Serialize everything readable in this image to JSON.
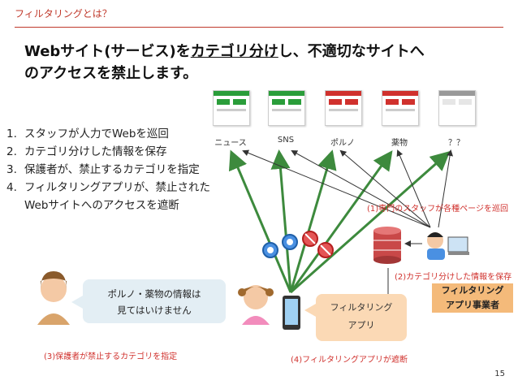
{
  "slide": {
    "subtitle": "フィルタリングとは？",
    "heading_part1": "Webサイト(サービス)を",
    "heading_underlined": "カテゴリ分け",
    "heading_part2": "し、不適切なサイトへ",
    "heading_line2": "のアクセスを禁止します。",
    "page_number": "15"
  },
  "steps": [
    {
      "num": "1.",
      "text": "スタッフが人力でWebを巡回"
    },
    {
      "num": "2.",
      "text": "カテゴリ分けした情報を保存"
    },
    {
      "num": "3.",
      "text": "保護者が、禁止するカテゴリを指定"
    },
    {
      "num": "4.",
      "text": "フィルタリングアプリが、禁止された"
    },
    {
      "num": "",
      "text": "Webサイトへのアクセスを遮断"
    }
  ],
  "sites": [
    {
      "label": "ニュース",
      "color": "#2a9d3a"
    },
    {
      "label": "SNS",
      "color": "#2a9d3a"
    },
    {
      "label": "ポルノ",
      "color": "#d0312d"
    },
    {
      "label": "薬物",
      "color": "#d0312d"
    },
    {
      "label": "？？",
      "color": "#999999"
    }
  ],
  "annotations": {
    "a1": "(1)専門のスタッフが各種ページを巡回",
    "a2": "(2)カテゴリ分けした情報を保存",
    "a3": "(3)保護者が禁止するカテゴリを指定",
    "a4": "(4)フィルタリングアプリが遮断"
  },
  "bubble": {
    "line1": "ポルノ・薬物の情報は",
    "line2": "見てはいけません"
  },
  "app": {
    "line1": "フィルタリング",
    "line2": "アプリ"
  },
  "vendor": {
    "line1": "フィルタリング",
    "line2": "アプリ事業者"
  },
  "colors": {
    "accent": "#c0392b",
    "allowed": "#2a9d3a",
    "blocked": "#d0312d",
    "arrow": "#3d8a3d"
  }
}
